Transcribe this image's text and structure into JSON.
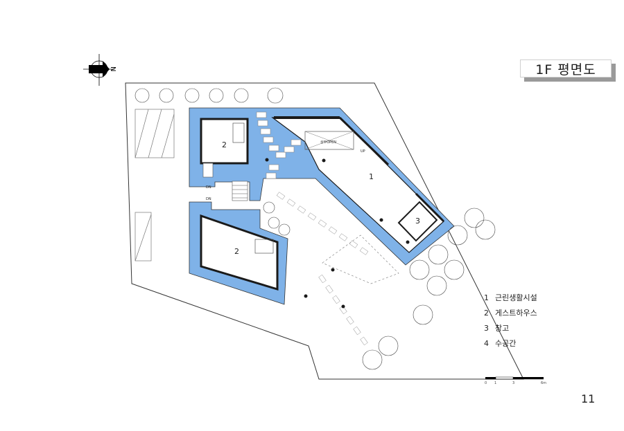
{
  "title": "1F 평면도",
  "north_label": "N",
  "room_labels": [
    "1",
    "2",
    "2",
    "3"
  ],
  "plan_annotations": {
    "open_label": "상부OPEN",
    "up_label": "UP",
    "dn_label_1": "DN",
    "dn_label_2": "DN"
  },
  "legend": [
    {
      "num": "1",
      "label": "근린생활시설"
    },
    {
      "num": "2",
      "label": "게스트하우스"
    },
    {
      "num": "3",
      "label": "창고"
    },
    {
      "num": "4",
      "label": "수공간"
    }
  ],
  "scale_bar": {
    "ticks": [
      "0",
      "1",
      "3",
      "6m"
    ]
  },
  "page_number": "11",
  "colors": {
    "water": "#7fb2e8",
    "wall": "#1a1a1a",
    "site_line": "#333333"
  }
}
